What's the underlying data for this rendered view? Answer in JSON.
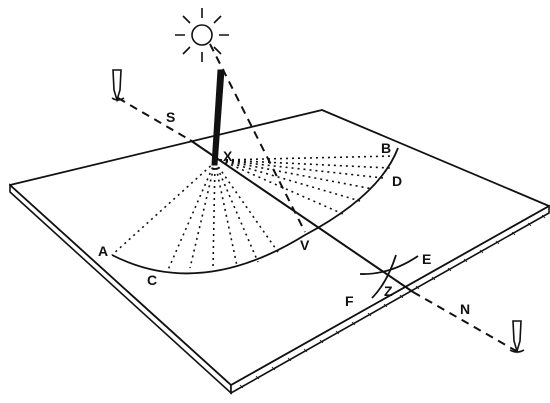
{
  "labels": {
    "S": "S",
    "N": "N",
    "X": "X",
    "B": "B",
    "D": "D",
    "V": "V",
    "A": "A",
    "C": "C",
    "E": "E",
    "F": "F",
    "Z": "Z"
  },
  "icons": {
    "sun": "sun-icon",
    "stake_south": "stake-icon",
    "stake_north": "stake-icon"
  },
  "colors": {
    "ink": "#111111",
    "background": "#ffffff"
  }
}
